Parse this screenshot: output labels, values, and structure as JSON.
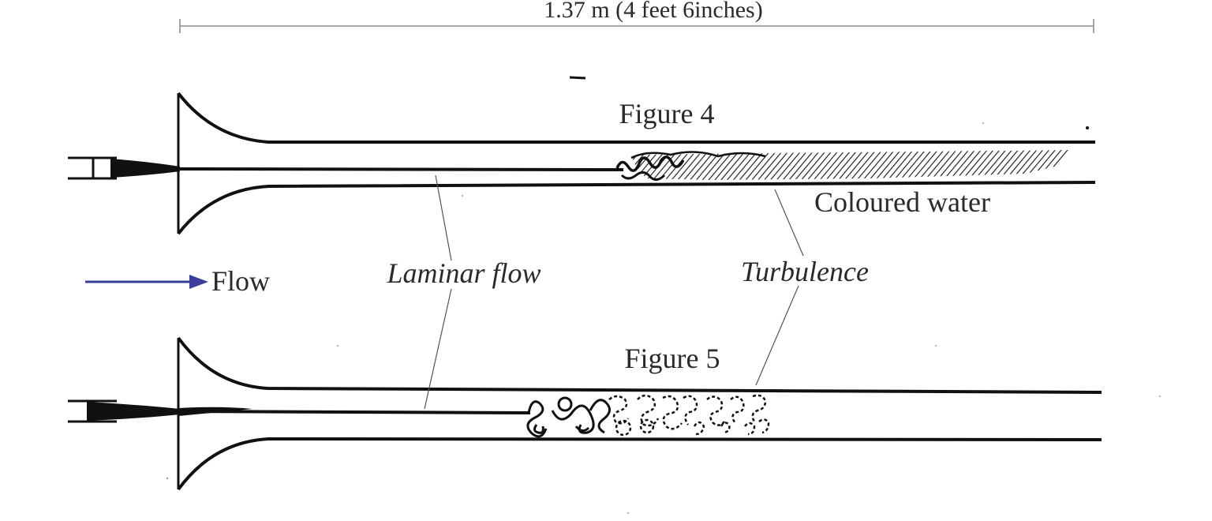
{
  "dimension": {
    "label": "1.37 m (4 feet 6inches)"
  },
  "figures": [
    {
      "title": "Figure 4",
      "annotation": "Coloured water"
    },
    {
      "title": "Figure 5"
    }
  ],
  "labels": {
    "flow": "Flow",
    "laminar": "Laminar flow",
    "turbulence": "Turbulence"
  },
  "colors": {
    "ink": "#111111",
    "leader": "#555555",
    "dimension_line": "#888888",
    "flow_arrow": "#3b3f9a"
  }
}
